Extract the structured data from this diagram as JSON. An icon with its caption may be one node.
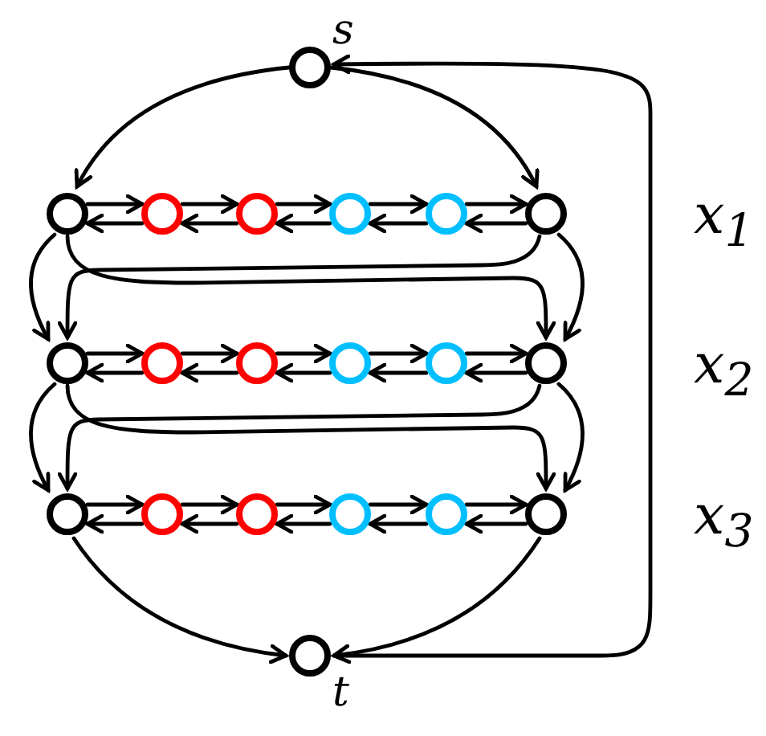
{
  "diagram": {
    "nodes": [
      {
        "text": [],
        "shape": "circle",
        "beside": [
          "s"
        ]
      },
      {
        "text": [],
        "shape": "circle"
      },
      {
        "text": [],
        "shape": "circle"
      },
      {
        "text": [],
        "shape": "circle"
      },
      {
        "text": [],
        "shape": "circle"
      },
      {
        "text": [],
        "shape": "circle"
      },
      {
        "text": [],
        "shape": "circle"
      },
      {
        "text": [],
        "shape": "circle"
      },
      {
        "text": [],
        "shape": "circle"
      },
      {
        "text": [],
        "shape": "circle"
      },
      {
        "text": [],
        "shape": "circle"
      },
      {
        "text": [],
        "shape": "circle"
      },
      {
        "text": [],
        "shape": "circle"
      },
      {
        "text": [],
        "shape": "circle"
      },
      {
        "text": [],
        "shape": "circle"
      },
      {
        "text": [],
        "shape": "circle"
      },
      {
        "text": [],
        "shape": "circle"
      },
      {
        "text": [],
        "shape": "circle"
      },
      {
        "text": [],
        "shape": "circle"
      },
      {
        "text": [],
        "shape": "circle",
        "beside": [
          "t"
        ]
      }
    ],
    "edges": [
      {
        "from": 0,
        "to": 1,
        "arrow": "to"
      },
      {
        "from": 0,
        "to": 6,
        "arrow": "to"
      },
      {
        "from": 1,
        "to": 2,
        "arrow": "to"
      },
      {
        "from": 2,
        "to": 1,
        "arrow": "to"
      },
      {
        "from": 2,
        "to": 3,
        "arrow": "to"
      },
      {
        "from": 3,
        "to": 2,
        "arrow": "to"
      },
      {
        "from": 3,
        "to": 4,
        "arrow": "to"
      },
      {
        "from": 4,
        "to": 3,
        "arrow": "to"
      },
      {
        "from": 4,
        "to": 5,
        "arrow": "to"
      },
      {
        "from": 5,
        "to": 4,
        "arrow": "to"
      },
      {
        "from": 5,
        "to": 6,
        "arrow": "to"
      },
      {
        "from": 6,
        "to": 5,
        "arrow": "to"
      },
      {
        "from": 1,
        "to": 7,
        "arrow": "to"
      },
      {
        "from": 1,
        "to": 12,
        "arrow": "to"
      },
      {
        "from": 6,
        "to": 7,
        "arrow": "to"
      },
      {
        "from": 6,
        "to": 12,
        "arrow": "to"
      },
      {
        "from": 7,
        "to": 8,
        "arrow": "to"
      },
      {
        "from": 8,
        "to": 7,
        "arrow": "to"
      },
      {
        "from": 8,
        "to": 9,
        "arrow": "to"
      },
      {
        "from": 9,
        "to": 8,
        "arrow": "to"
      },
      {
        "from": 9,
        "to": 10,
        "arrow": "to"
      },
      {
        "from": 10,
        "to": 9,
        "arrow": "to"
      },
      {
        "from": 10,
        "to": 11,
        "arrow": "to"
      },
      {
        "from": 11,
        "to": 10,
        "arrow": "to"
      },
      {
        "from": 11,
        "to": 12,
        "arrow": "to"
      },
      {
        "from": 12,
        "to": 11,
        "arrow": "to"
      },
      {
        "from": 7,
        "to": 13,
        "arrow": "to"
      },
      {
        "from": 7,
        "to": 18,
        "arrow": "to"
      },
      {
        "from": 12,
        "to": 13,
        "arrow": "to"
      },
      {
        "from": 12,
        "to": 18,
        "arrow": "to"
      },
      {
        "from": 13,
        "to": 14,
        "arrow": "to"
      },
      {
        "from": 14,
        "to": 13,
        "arrow": "to"
      },
      {
        "from": 14,
        "to": 15,
        "arrow": "to"
      },
      {
        "from": 15,
        "to": 14,
        "arrow": "to"
      },
      {
        "from": 15,
        "to": 16,
        "arrow": "to"
      },
      {
        "from": 16,
        "to": 15,
        "arrow": "to"
      },
      {
        "from": 16,
        "to": 17,
        "arrow": "to"
      },
      {
        "from": 17,
        "to": 16,
        "arrow": "to"
      },
      {
        "from": 17,
        "to": 18,
        "arrow": "to"
      },
      {
        "from": 18,
        "to": 17,
        "arrow": "to"
      },
      {
        "from": 13,
        "to": 19,
        "arrow": "to"
      },
      {
        "from": 18,
        "to": 19,
        "arrow": "to"
      },
      {
        "from": 19,
        "to": 0,
        "arrow": "to"
      }
    ],
    "labels": [
      "x$_{1}$",
      "x$_{2}$",
      "x$_{3}$"
    ]
  }
}
